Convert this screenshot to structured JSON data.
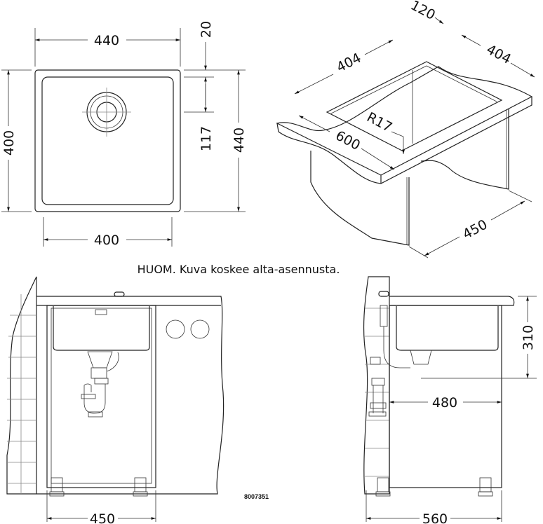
{
  "top_view": {
    "width_outer": "440",
    "height_inner": "400",
    "width_inner": "400",
    "rim_offset": "20",
    "drain_offset": "117",
    "height_outer": "440"
  },
  "iso_view": {
    "offset": "120",
    "depth_a": "404",
    "depth_b": "404",
    "radius": "R17",
    "countertop": "600",
    "cabinet": "450"
  },
  "note": "HUOM. Kuva koskee alta-asennusta.",
  "front_view": {
    "cabinet_width": "450"
  },
  "side_view": {
    "height": "310",
    "drain_distance": "480",
    "cabinet_depth": "560"
  },
  "product_code": "8007351"
}
